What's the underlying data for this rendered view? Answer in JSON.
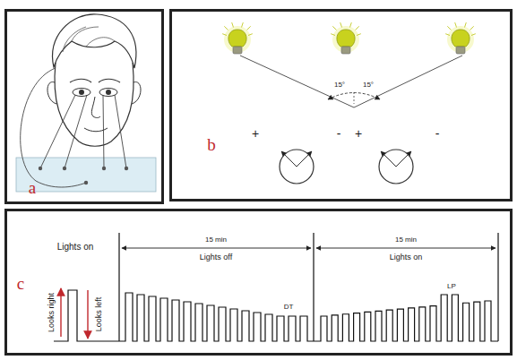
{
  "diagram": {
    "nodes": [
      {
        "text": [
          "a"
        ]
      },
      {
        "text": [
          "b"
        ]
      },
      {
        "text": [
          "c"
        ]
      }
    ],
    "labels": [
      "15°",
      "15°",
      "+",
      "-",
      "+",
      "-",
      "Lights on",
      "15 min",
      "Lights off",
      "15 min",
      "Lights on",
      "Looks right",
      "Looks left",
      "DT",
      "LP"
    ]
  }
}
